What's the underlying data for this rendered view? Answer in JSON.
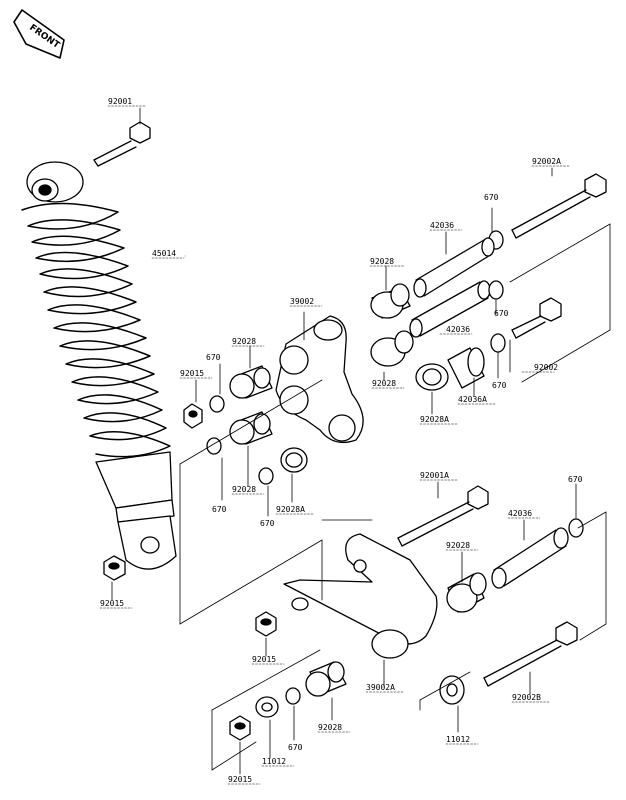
{
  "front_badge": "FRONT",
  "labels": {
    "l92001": "92001",
    "l45014": "45014",
    "l92002A": "92002A",
    "l670a": "670",
    "l42036a": "42036",
    "l92028a": "92028",
    "l39002": "39002",
    "l670b": "670",
    "l42036b": "42036",
    "l92002": "92002",
    "l92028b": "92028",
    "l670c": "670",
    "l92028A_a": "92028A",
    "l42036A": "42036A",
    "l670d": "670",
    "l92015a": "92015",
    "l92028c": "92028",
    "l670e": "670",
    "l92028d": "92028",
    "l670f": "670",
    "l92028A_b": "92028A",
    "l92001A": "92001A",
    "l670g": "670",
    "l42036c": "42036",
    "l92028e": "92028",
    "l92015b": "92015",
    "l92015c": "92015",
    "l39002A": "39002A",
    "l92028f": "92028",
    "l92002B": "92002B",
    "l11012a": "11012",
    "l670h": "670",
    "l11012b": "11012",
    "l92015d": "92015"
  }
}
